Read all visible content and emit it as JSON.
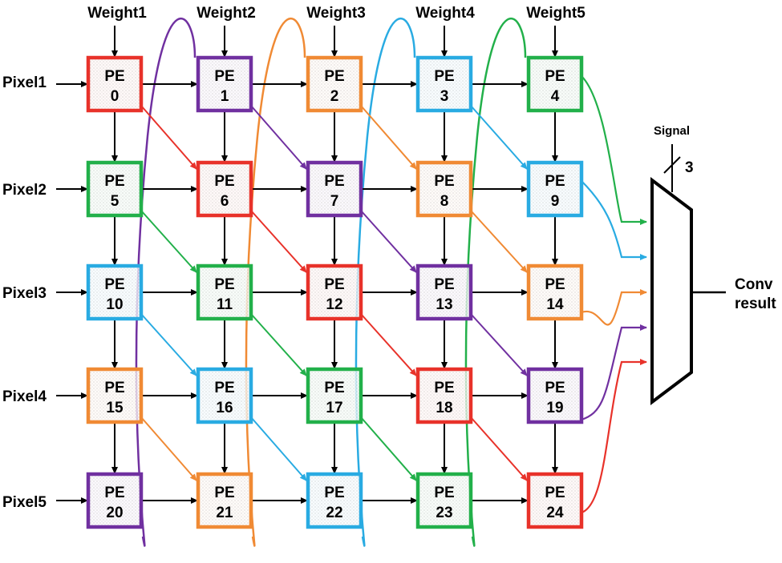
{
  "weights": [
    "Weight1",
    "Weight2",
    "Weight3",
    "Weight4",
    "Weight5"
  ],
  "pixels": [
    "Pixel1",
    "Pixel2",
    "Pixel3",
    "Pixel4",
    "Pixel5"
  ],
  "pe_prefix": "PE",
  "pe_cells": [
    {
      "id": "0",
      "color": "red"
    },
    {
      "id": "1",
      "color": "purple"
    },
    {
      "id": "2",
      "color": "orange"
    },
    {
      "id": "3",
      "color": "blue"
    },
    {
      "id": "4",
      "color": "green"
    },
    {
      "id": "5",
      "color": "green"
    },
    {
      "id": "6",
      "color": "red"
    },
    {
      "id": "7",
      "color": "purple"
    },
    {
      "id": "8",
      "color": "orange"
    },
    {
      "id": "9",
      "color": "blue"
    },
    {
      "id": "10",
      "color": "blue"
    },
    {
      "id": "11",
      "color": "green"
    },
    {
      "id": "12",
      "color": "red"
    },
    {
      "id": "13",
      "color": "purple"
    },
    {
      "id": "14",
      "color": "orange"
    },
    {
      "id": "15",
      "color": "orange"
    },
    {
      "id": "16",
      "color": "blue"
    },
    {
      "id": "17",
      "color": "green"
    },
    {
      "id": "18",
      "color": "red"
    },
    {
      "id": "19",
      "color": "purple"
    },
    {
      "id": "20",
      "color": "purple"
    },
    {
      "id": "21",
      "color": "orange"
    },
    {
      "id": "22",
      "color": "blue"
    },
    {
      "id": "23",
      "color": "green"
    },
    {
      "id": "24",
      "color": "red"
    }
  ],
  "colors": {
    "red": "#e8322a",
    "purple": "#7030a0",
    "orange": "#f08a34",
    "blue": "#29abe2",
    "green": "#22b04a"
  },
  "mux": {
    "signal_label": "Signal",
    "signal_width": "3",
    "output_label_line1": "Conv",
    "output_label_line2": "result",
    "input_order": [
      "green",
      "blue",
      "orange",
      "purple",
      "red"
    ]
  }
}
